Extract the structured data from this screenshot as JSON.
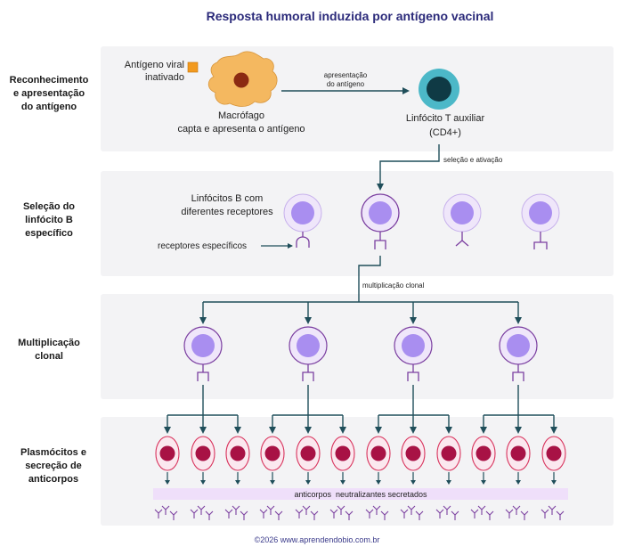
{
  "title": "Resposta humoral induzida por antígeno vacinal",
  "footer": "©2026 www.aprendendobio.com.br",
  "colors": {
    "title": "#2b2a7a",
    "panel": "#f3f3f5",
    "arrow": "#1f4e5a",
    "macrophage": "#f4b860",
    "macrophage_nucleus": "#8b2a12",
    "antigen": "#f29a1f",
    "t_cell_ring": "#4cb8c8",
    "t_cell_core": "#0f3a45",
    "b_cell_ring": "#efe6fa",
    "b_cell_core": "#a98ef0",
    "receptor": "#7b3fa0",
    "plasma_fill": "#fbe8ef",
    "plasma_stroke": "#d8325c",
    "plasma_nucleus": "#a81245",
    "antibody_band": "#efdffa",
    "antibody": "#7b3fa0"
  },
  "rows": [
    {
      "label": "Reconhecimento e apresentação do antígeno"
    },
    {
      "label": "Seleção do linfócito B específico"
    },
    {
      "label": "Multiplicação clonal"
    },
    {
      "label": "Plasmócitos e secreção de anticorpos"
    }
  ],
  "row1": {
    "antigen_label": "Antígeno viral inativado",
    "macrophage_label": "Macrófago",
    "macrophage_desc": "capta e apresenta o antígeno",
    "presentation_label": "apresentação do antígeno",
    "tcell_label": "Linfócito T auxiliar",
    "tcell_desc": "(CD4+)"
  },
  "selection_label": "seleção e ativação",
  "row2": {
    "bcells_label": "Linfócitos B com diferentes receptores",
    "receptors_label": "receptores específicos"
  },
  "clonal_label": "multiplicação clonal",
  "row4": {
    "band_label": "anticorpos  neutralizantes secretados"
  }
}
